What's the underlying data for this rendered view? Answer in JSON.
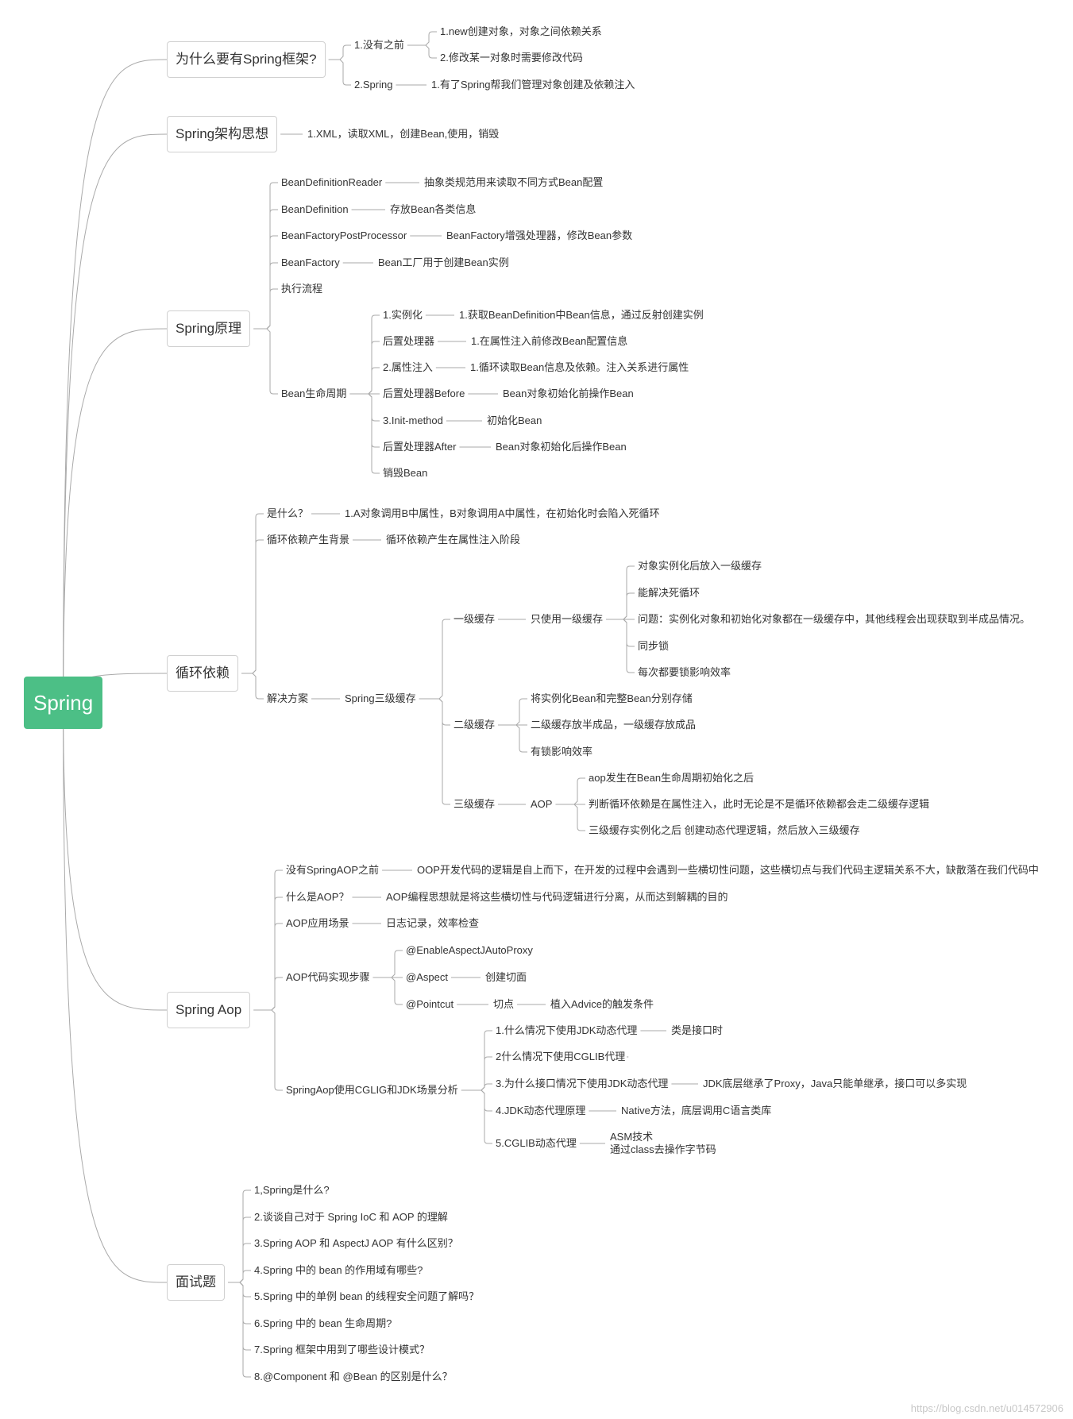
{
  "root": {
    "id": "root",
    "text": "Spring"
  },
  "children": [
    {
      "id": "why",
      "text": "为什么要有Spring框架?",
      "children": [
        {
          "id": "why1",
          "text": "1.没有之前",
          "children": [
            {
              "id": "why1a",
              "text": "1.new创建对象，对象之间依赖关系"
            },
            {
              "id": "why1b",
              "text": "2.修改某一对象时需要修改代码"
            }
          ]
        },
        {
          "id": "why2",
          "text": "2.Spring",
          "children": [
            {
              "id": "why2a",
              "text": "1.有了Spring帮我们管理对象创建及依赖注入"
            }
          ]
        }
      ]
    },
    {
      "id": "arch",
      "text": "Spring架构思想",
      "children": [
        {
          "id": "arch1",
          "text": "1.XML，读取XML，创建Bean,使用，销毁"
        }
      ]
    },
    {
      "id": "princ",
      "text": "Spring原理",
      "children": [
        {
          "id": "p1",
          "text": "BeanDefinitionReader",
          "children": [
            {
              "id": "p1a",
              "text": "抽象类规范用来读取不同方式Bean配置"
            }
          ]
        },
        {
          "id": "p2",
          "text": "BeanDefinition",
          "children": [
            {
              "id": "p2a",
              "text": "存放Bean各类信息"
            }
          ]
        },
        {
          "id": "p3",
          "text": "BeanFactoryPostProcessor",
          "children": [
            {
              "id": "p3a",
              "text": "BeanFactory增强处理器，修改Bean参数"
            }
          ]
        },
        {
          "id": "p4",
          "text": "BeanFactory",
          "children": [
            {
              "id": "p4a",
              "text": "Bean工厂用于创建Bean实例"
            }
          ]
        },
        {
          "id": "p5",
          "text": "执行流程"
        },
        {
          "id": "p6",
          "text": "Bean生命周期",
          "children": [
            {
              "id": "lc1",
              "text": "1.实例化",
              "children": [
                {
                  "id": "lc1a",
                  "text": "1.获取BeanDefinition中Bean信息，通过反射创建实例"
                }
              ]
            },
            {
              "id": "lc2",
              "text": "后置处理器",
              "children": [
                {
                  "id": "lc2a",
                  "text": "1.在属性注入前修改Bean配置信息"
                }
              ]
            },
            {
              "id": "lc3",
              "text": "2.属性注入",
              "children": [
                {
                  "id": "lc3a",
                  "text": "1.循环读取Bean信息及依赖。注入关系进行属性"
                }
              ]
            },
            {
              "id": "lc4",
              "text": "后置处理器Before",
              "children": [
                {
                  "id": "lc4a",
                  "text": "Bean对象初始化前操作Bean"
                }
              ]
            },
            {
              "id": "lc5",
              "text": "3.Init-method",
              "children": [
                {
                  "id": "lc5a",
                  "text": "初始化Bean"
                }
              ]
            },
            {
              "id": "lc6",
              "text": "后置处理器After",
              "children": [
                {
                  "id": "lc6a",
                  "text": "Bean对象初始化后操作Bean"
                }
              ]
            },
            {
              "id": "lc7",
              "text": "销毁Bean"
            }
          ]
        }
      ]
    },
    {
      "id": "circ",
      "text": "循环依赖",
      "children": [
        {
          "id": "c1",
          "text": "是什么？",
          "children": [
            {
              "id": "c1a",
              "text": "1.A对象调用B中属性，B对象调用A中属性，在初始化时会陷入死循环"
            }
          ]
        },
        {
          "id": "c2",
          "text": "循环依赖产生背景",
          "children": [
            {
              "id": "c2a",
              "text": "循环依赖产生在属性注入阶段"
            }
          ]
        },
        {
          "id": "c3",
          "text": "解决方案",
          "children": [
            {
              "id": "c3a",
              "text": "Spring三级缓存",
              "children": [
                {
                  "id": "k1",
                  "text": "一级缓存",
                  "children": [
                    {
                      "id": "k1a",
                      "text": "只使用一级缓存",
                      "children": [
                        {
                          "id": "k1a1",
                          "text": "对象实例化后放入一级缓存"
                        },
                        {
                          "id": "k1a2",
                          "text": "能解决死循环"
                        },
                        {
                          "id": "k1a3",
                          "text": "问题：实例化对象和初始化对象都在一级缓存中，其他线程会出现获取到半成品情况。"
                        },
                        {
                          "id": "k1a4",
                          "text": "同步锁"
                        },
                        {
                          "id": "k1a5",
                          "text": "每次都要锁影响效率"
                        }
                      ]
                    }
                  ]
                },
                {
                  "id": "k2",
                  "text": "二级缓存",
                  "children": [
                    {
                      "id": "k2a",
                      "text": "将实例化Bean和完整Bean分别存储"
                    },
                    {
                      "id": "k2b",
                      "text": "二级缓存放半成品，一级缓存放成品"
                    },
                    {
                      "id": "k2c",
                      "text": "有锁影响效率"
                    }
                  ]
                },
                {
                  "id": "k3",
                  "text": "三级缓存",
                  "children": [
                    {
                      "id": "k3a",
                      "text": "AOP",
                      "children": [
                        {
                          "id": "k3a1",
                          "text": "aop发生在Bean生命周期初始化之后"
                        },
                        {
                          "id": "k3a2",
                          "text": "判断循环依赖是在属性注入，此时无论是不是循环依赖都会走二级缓存逻辑"
                        },
                        {
                          "id": "k3a3",
                          "text": "三级缓存实例化之后 创建动态代理逻辑，然后放入三级缓存"
                        }
                      ]
                    }
                  ]
                }
              ]
            }
          ]
        }
      ]
    },
    {
      "id": "aop",
      "text": "Spring Aop",
      "children": [
        {
          "id": "a1",
          "text": "没有SpringAOP之前",
          "children": [
            {
              "id": "a1a",
              "text": "OOP开发代码的逻辑是自上而下，在开发的过程中会遇到一些横切性问题，这些横切点与我们代码主逻辑关系不大，缺散落在我们代码中"
            }
          ]
        },
        {
          "id": "a2",
          "text": "什么是AOP？",
          "children": [
            {
              "id": "a2a",
              "text": "AOP编程思想就是将这些横切性与代码逻辑进行分离，从而达到解耦的目的"
            }
          ]
        },
        {
          "id": "a3",
          "text": "AOP应用场景",
          "children": [
            {
              "id": "a3a",
              "text": "日志记录，效率检查"
            }
          ]
        },
        {
          "id": "a4",
          "text": "AOP代码实现步骤",
          "children": [
            {
              "id": "a4a",
              "text": "@EnableAspectJAutoProxy"
            },
            {
              "id": "a4b",
              "text": "@Aspect",
              "children": [
                {
                  "id": "a4b1",
                  "text": "创建切面"
                }
              ]
            },
            {
              "id": "a4c",
              "text": "@Pointcut",
              "children": [
                {
                  "id": "a4c1",
                  "text": "切点",
                  "children": [
                    {
                      "id": "a4c1a",
                      "text": "植入Advice的触发条件"
                    }
                  ]
                }
              ]
            }
          ]
        },
        {
          "id": "a5",
          "text": "SpringAop使用CGLIG和JDK场景分析",
          "children": [
            {
              "id": "a5a",
              "text": "1.什么情况下使用JDK动态代理",
              "children": [
                {
                  "id": "a5a1",
                  "text": "类是接口时"
                }
              ]
            },
            {
              "id": "a5b",
              "text": "2什么情况下使用CGLIB代理",
              "children": [
                {
                  "id": "a5b1",
                  "text": ""
                }
              ]
            },
            {
              "id": "a5c",
              "text": "3.为什么接口情况下使用JDK动态代理",
              "children": [
                {
                  "id": "a5c1",
                  "text": "JDK底层继承了Proxy，Java只能单继承，接口可以多实现"
                }
              ]
            },
            {
              "id": "a5d",
              "text": "4.JDK动态代理原理",
              "children": [
                {
                  "id": "a5d1",
                  "text": "Native方法，底层调用C语言类库"
                }
              ]
            },
            {
              "id": "a5e",
              "text": "5.CGLIB动态代理",
              "children": [
                {
                  "id": "a5e1",
                  "text": "ASM技术\n通过class去操作字节码"
                }
              ]
            }
          ]
        }
      ]
    },
    {
      "id": "intv",
      "text": "面试题",
      "children": [
        {
          "id": "q1",
          "text": "1,Spring是什么?"
        },
        {
          "id": "q2",
          "text": "2.谈谈自己对于 Spring IoC 和 AOP 的理解"
        },
        {
          "id": "q3",
          "text": "3.Spring AOP 和 AspectJ AOP 有什么区别？"
        },
        {
          "id": "q4",
          "text": "4.Spring 中的 bean 的作用域有哪些?"
        },
        {
          "id": "q5",
          "text": "5.Spring 中的单例 bean 的线程安全问题了解吗？"
        },
        {
          "id": "q6",
          "text": "6.Spring 中的 bean 生命周期?"
        },
        {
          "id": "q7",
          "text": "7.Spring 框架中用到了哪些设计模式？"
        },
        {
          "id": "q8",
          "text": "8.@Component 和 @Bean 的区别是什么？"
        }
      ]
    }
  ],
  "watermark": "https://blog.csdn.net/u014572906",
  "colors": {
    "root_fill": "#4cbf86",
    "line": "#aaaaaa",
    "text": "#333333",
    "box_border": "#d0d0d0"
  }
}
